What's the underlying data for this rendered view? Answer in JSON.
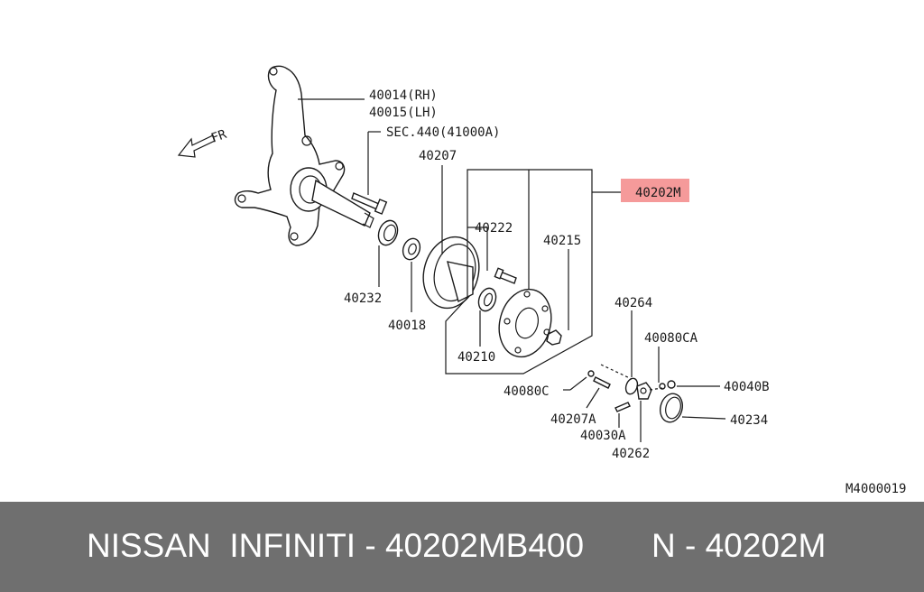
{
  "diagram": {
    "labels": {
      "knuckle_rh": "40014(RH)",
      "knuckle_lh": "40015(LH)",
      "sec": "SEC.440(41000A)",
      "rotor": "40207",
      "assembly": "40202M",
      "bolt": "40222",
      "nut": "40215",
      "seal": "40232",
      "washer": "40018",
      "bearing": "40210",
      "flange": "40264",
      "screw_c": "40080C",
      "screw_ca": "40080CA",
      "screw_b": "40040B",
      "bolt_a": "40207A",
      "bolt_30a": "40030A",
      "cap": "40234",
      "hub_nut": "40262",
      "ref": "M4000019",
      "fr": "FR"
    },
    "highlight_color": "#f59a9a"
  },
  "footer": {
    "left": "NISSAN  INFINITI - 40202MB400",
    "right": "N - 40202M"
  }
}
